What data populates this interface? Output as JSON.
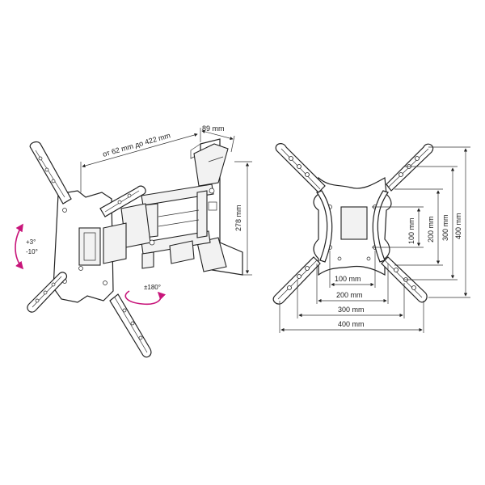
{
  "left_view": {
    "dim_depth": "89 mm",
    "dim_extension": "от 62 mm до 422 mm",
    "dim_height": "278 mm",
    "tilt_up": "+3°",
    "tilt_down": "-10°",
    "swivel": "±180°"
  },
  "right_view": {
    "vert_100": "100 mm",
    "vert_200": "200 mm",
    "vert_300": "300 mm",
    "vert_400": "400 mm",
    "horiz_100": "100 mm",
    "horiz_200": "200 mm",
    "horiz_300": "300 mm",
    "horiz_400": "400 mm"
  },
  "colors": {
    "line": "#222222",
    "accent": "#c8157a"
  }
}
